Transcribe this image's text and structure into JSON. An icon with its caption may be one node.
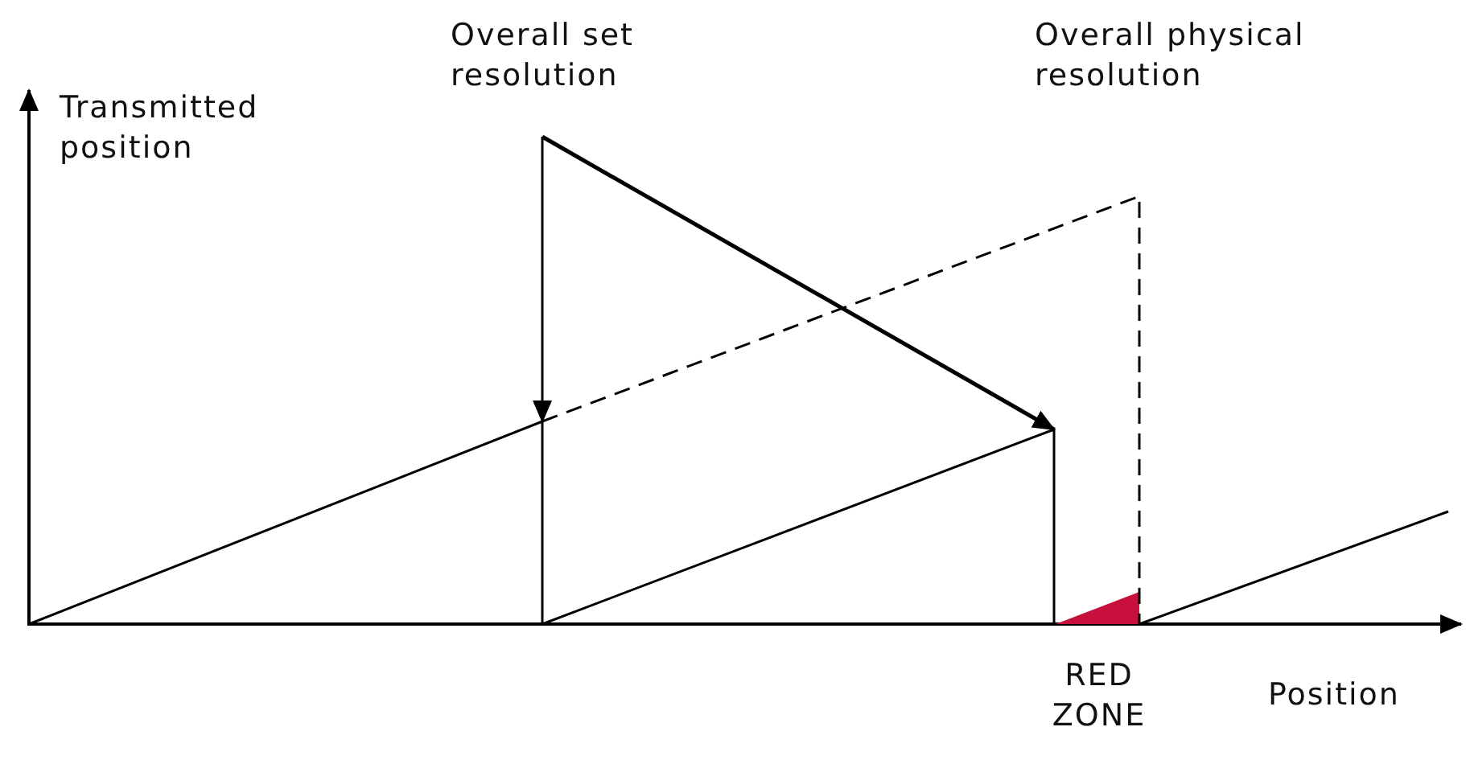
{
  "diagram": {
    "labels": [
      "Overall set resolution",
      "Overall physical resolution",
      "Transmitted position",
      "RED ZONE",
      "Position"
    ]
  }
}
